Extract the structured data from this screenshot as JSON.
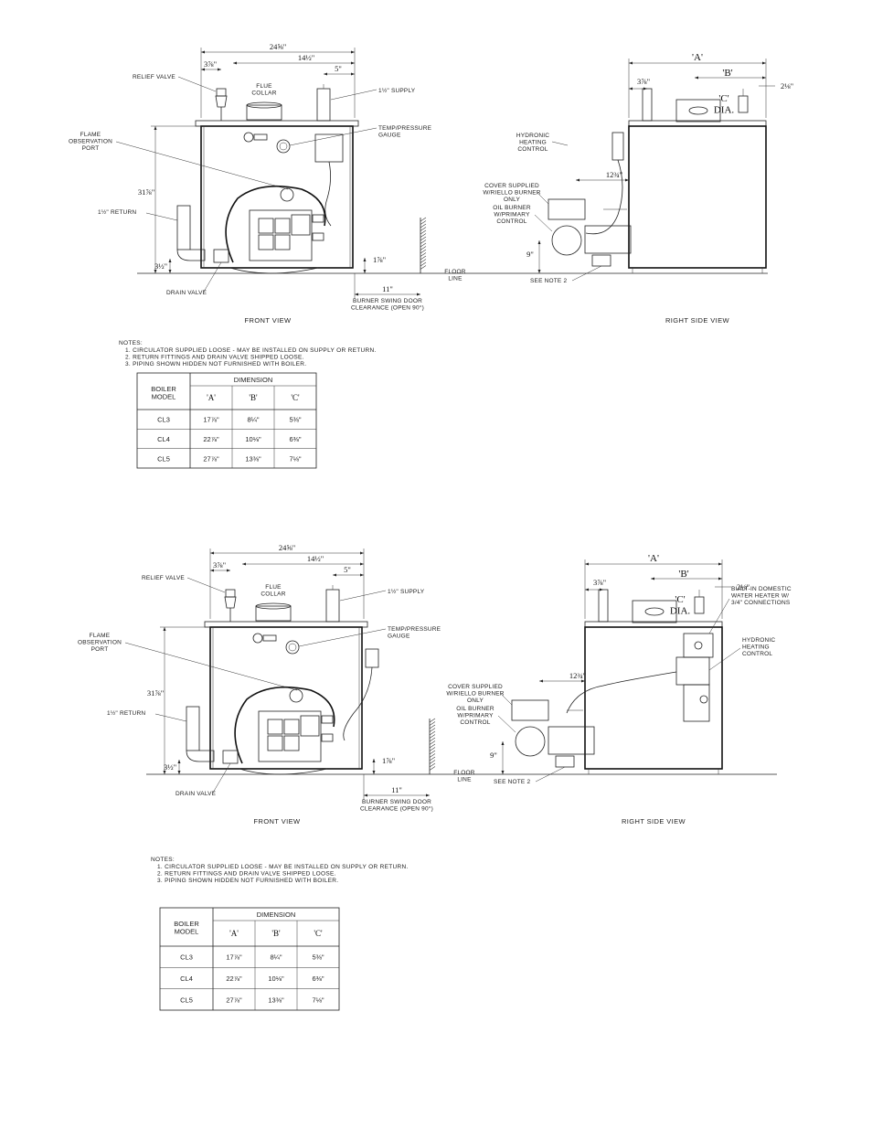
{
  "figures": [
    {
      "id": "top",
      "front": {
        "view_title": "FRONT VIEW",
        "overall_width": "24⅝\"",
        "supply_offset": "14½\"",
        "supply_offset_small": "5\"",
        "relief_offset": "3⅞\"",
        "height": "31⅞\"",
        "relief_valve": "RELIEF VALVE",
        "flue_collar": "FLUE\nCOLLAR",
        "supply": "1½\" SUPPLY",
        "temp_gauge": "TEMP/PRESSURE\nGAUGE",
        "flame_port": "FLAME\nOBSERVATION\nPORT",
        "return_label": "1½\" RETURN",
        "drain_valve": "DRAIN VALVE",
        "bottom_dim": "3½\"",
        "burner_dim": "1⅞\"",
        "clearance": "11\"",
        "clearance_label": "BURNER SWING DOOR\nCLEARANCE (OPEN 90°)",
        "floor_line": "FLOOR\nLINE"
      },
      "side": {
        "view_title": "RIGHT SIDE VIEW",
        "dim_a": "'A'",
        "dim_b": "'B'",
        "dim_c": "'C'\nDIA.",
        "left_offset": "3⅞\"",
        "right_offset": "2⅛\"",
        "burner_depth": "12¾\"",
        "burner_height": "9\"",
        "hydronic": "HYDRONIC\nHEATING\nCONTROL",
        "cover": "COVER SUPPLIED\nW/RIELLO BURNER\nONLY",
        "oil_burner": "OIL BURNER\nW/PRIMARY\nCONTROL",
        "see_note": "SEE NOTE 2"
      },
      "notes": {
        "heading": "NOTES:",
        "items": [
          "1. CIRCULATOR SUPPLIED LOOSE - MAY BE INSTALLED ON SUPPLY OR RETURN.",
          "2. RETURN FITTINGS AND DRAIN VALVE SHIPPED LOOSE.",
          "3. PIPING SHOWN HIDDEN NOT FURNISHED WITH BOILER."
        ]
      }
    },
    {
      "id": "bottom",
      "front": {
        "view_title": "FRONT VIEW",
        "overall_width": "24⅝\"",
        "supply_offset": "14½\"",
        "supply_offset_small": "5\"",
        "relief_offset": "3⅞\"",
        "height": "31⅞\"",
        "relief_valve": "RELIEF VALVE",
        "flue_collar": "FLUE\nCOLLAR",
        "supply": "1½\" SUPPLY",
        "temp_gauge": "TEMP/PRESSURE\nGAUGE",
        "flame_port": "FLAME\nOBSERVATION\nPORT",
        "return_label": "1½\" RETURN",
        "drain_valve": "DRAIN VALVE",
        "bottom_dim": "3½\"",
        "burner_dim": "1⅞\"",
        "clearance": "11\"",
        "clearance_label": "BURNER SWING DOOR\nCLEARANCE (OPEN 90°)",
        "floor_line": "FLOOR\nLINE"
      },
      "side": {
        "view_title": "RIGHT SIDE VIEW",
        "dim_a": "'A'",
        "dim_b": "'B'",
        "dim_c": "'C'\nDIA.",
        "left_offset": "3⅞\"",
        "right_offset": "2⅛\"",
        "burner_depth": "12¾\"",
        "burner_height": "9\"",
        "domestic": "BUILT-IN DOMESTIC\nWATER HEATER W/\n3/4\" CONNECTIONS",
        "hydronic": "HYDRONIC\nHEATING\nCONTROL",
        "cover": "COVER SUPPLIED\nW/RIELLO BURNER\nONLY",
        "oil_burner": "OIL BURNER\nW/PRIMARY\nCONTROL",
        "see_note": "SEE NOTE 2"
      },
      "notes": {
        "heading": "NOTES:",
        "items": [
          "1. CIRCULATOR SUPPLIED LOOSE - MAY BE INSTALLED ON SUPPLY OR RETURN.",
          "2. RETURN FITTINGS AND DRAIN VALVE SHIPPED LOOSE.",
          "3. PIPING SHOWN HIDDEN NOT FURNISHED WITH BOILER."
        ]
      }
    }
  ],
  "table": {
    "header_model": "BOILER\nMODEL",
    "header_group": "DIMENSION",
    "columns": [
      "'A'",
      "'B'",
      "'C'"
    ],
    "rows": [
      {
        "model": "CL3",
        "a": "17⅞\"",
        "b": "8¼\"",
        "c": "5⅜\""
      },
      {
        "model": "CL4",
        "a": "22⅞\"",
        "b": "10⅛\"",
        "c": "6⅜\""
      },
      {
        "model": "CL5",
        "a": "27⅞\"",
        "b": "13⅜\"",
        "c": "7⅛\""
      }
    ]
  }
}
